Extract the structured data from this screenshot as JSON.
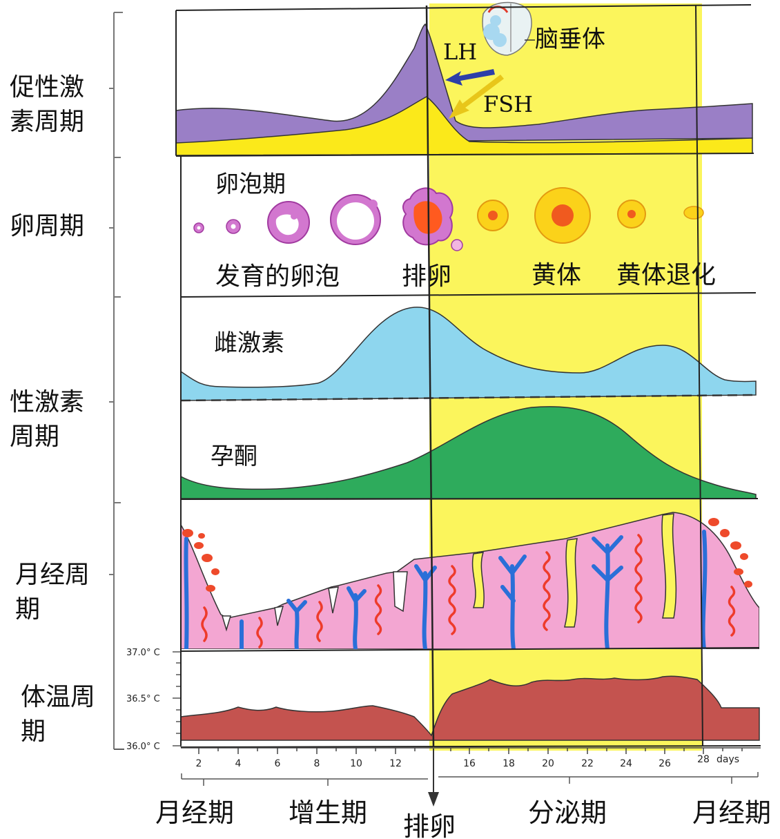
{
  "row_labels": {
    "gonadotropin": [
      "促性激",
      "素周期"
    ],
    "ovarian": "卵周期",
    "sex_hormone": [
      "性激素",
      "周期"
    ],
    "menstrual": [
      "月经周",
      "期"
    ],
    "temperature": [
      "体温周",
      "期"
    ]
  },
  "gonadotropin_panel": {
    "lh": "LH",
    "fsh": "FSH",
    "pituitary": "脑垂体"
  },
  "ovarian_panel": {
    "follicular_phase": "卵泡期",
    "developing_follicle": "发育的卵泡",
    "ovulation": "排卵",
    "corpus_luteum": "黄体",
    "luteal_regression": "黄体退化"
  },
  "hormone_panel": {
    "estrogen": "雌激素",
    "progesterone": "孕酮"
  },
  "temperature_axis": {
    "labels": [
      "37.0° C",
      "36.5° C",
      "36.0° C"
    ]
  },
  "day_axis": {
    "ticks": [
      "2",
      "4",
      "6",
      "8",
      "10",
      "12",
      "16",
      "18",
      "20",
      "22",
      "24",
      "26",
      "28"
    ],
    "unit": "days"
  },
  "phase_labels": {
    "menses_start": "月经期",
    "proliferative": "增生期",
    "ovulation": "排卵",
    "secretory": "分泌期",
    "menses_end": "月经期"
  },
  "colors": {
    "luteal_yellow": "#fbf55c",
    "lh_purple": "#9a7fc6",
    "fsh_yellow": "#fbe91a",
    "estrogen_blue": "#8ed6ee",
    "progesterone_green": "#2eab5c",
    "endometrium_pink": "#f3a6d2",
    "artery_red": "#ee3b2b",
    "vein_blue": "#2a6fd8",
    "temperature_brown": "#c4534f"
  }
}
